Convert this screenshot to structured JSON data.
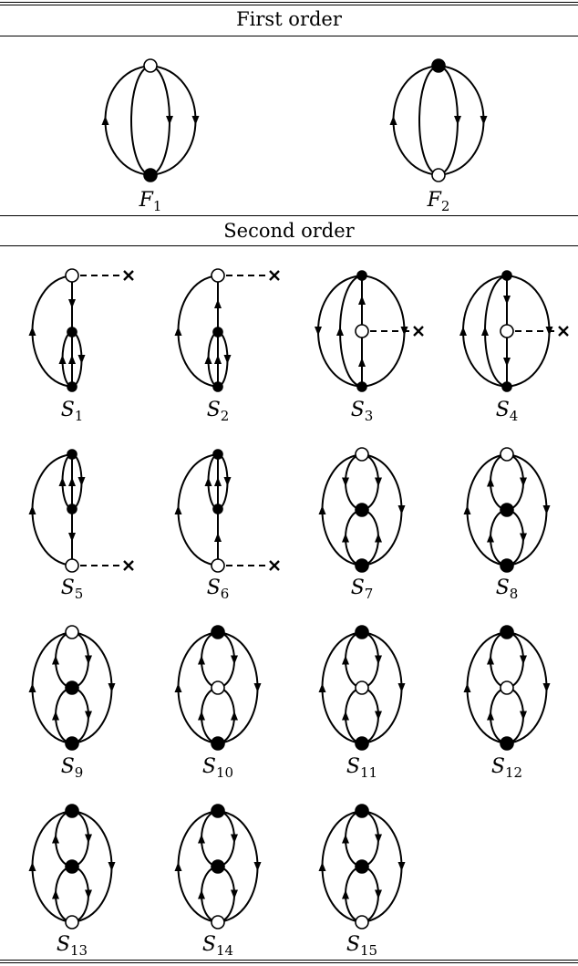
{
  "headers": {
    "first": "First order",
    "second": "Second order"
  },
  "diagrams": [
    {
      "id": "F1",
      "letter": "F",
      "sub": "1",
      "type": "two-vertex",
      "top": "open",
      "bottom": "filled",
      "lines": [
        {
          "arrow": "up"
        },
        {
          "arrow": "up"
        },
        {
          "arrow": "down"
        },
        {
          "arrow": "down"
        }
      ]
    },
    {
      "id": "F2",
      "letter": "F",
      "sub": "2",
      "type": "two-vertex",
      "top": "filled",
      "bottom": "open",
      "lines": [
        {
          "arrow": "up"
        },
        {
          "arrow": "up"
        },
        {
          "arrow": "down"
        },
        {
          "arrow": "down"
        }
      ]
    },
    {
      "id": "S1",
      "letter": "S",
      "sub": "1",
      "type": "tadpole",
      "order": "open-top",
      "stem_arrow": "down",
      "outer_arrow": "up",
      "inner": [
        "up",
        "down"
      ]
    },
    {
      "id": "S2",
      "letter": "S",
      "sub": "2",
      "type": "tadpole",
      "order": "open-top",
      "stem_arrow": "up",
      "outer_arrow": "up",
      "inner": [
        "up",
        "down"
      ]
    },
    {
      "id": "S3",
      "letter": "S",
      "sub": "3",
      "type": "middle-x",
      "mid_arrow_top": "up",
      "mid_arrow_bottom": "up",
      "lines": [
        {
          "arrow": "down"
        },
        {
          "arrow": "up"
        },
        {
          "arrow": "down"
        }
      ]
    },
    {
      "id": "S4",
      "letter": "S",
      "sub": "4",
      "type": "middle-x",
      "mid_arrow_top": "down",
      "mid_arrow_bottom": "down",
      "lines": [
        {
          "arrow": "up"
        },
        {
          "arrow": "up"
        },
        {
          "arrow": "down"
        }
      ]
    },
    {
      "id": "S5",
      "letter": "S",
      "sub": "5",
      "type": "tadpole",
      "order": "open-bottom",
      "stem_arrow": "down",
      "outer_arrow": "up",
      "inner": [
        "up",
        "down"
      ]
    },
    {
      "id": "S6",
      "letter": "S",
      "sub": "6",
      "type": "tadpole",
      "order": "open-bottom",
      "stem_arrow": "up",
      "outer_arrow": "up",
      "inner": [
        "up",
        "down"
      ]
    },
    {
      "id": "S7",
      "letter": "S",
      "sub": "7",
      "type": "three-vertex",
      "vertices": [
        "open",
        "filled",
        "filled"
      ],
      "outer": [
        "up",
        "down"
      ],
      "upper": [
        "down",
        "down"
      ],
      "lower": [
        "up",
        "up"
      ]
    },
    {
      "id": "S8",
      "letter": "S",
      "sub": "8",
      "type": "three-vertex",
      "vertices": [
        "open",
        "filled",
        "filled"
      ],
      "outer": [
        "up",
        "down"
      ],
      "upper": [
        "up",
        "down"
      ],
      "lower": [
        "up",
        "down"
      ]
    },
    {
      "id": "S9",
      "letter": "S",
      "sub": "9",
      "type": "three-vertex",
      "vertices": [
        "open",
        "filled",
        "filled"
      ],
      "outer": [
        "up",
        "down"
      ],
      "upper": [
        "up",
        "down"
      ],
      "lower": [
        "up",
        "down"
      ]
    },
    {
      "id": "S10",
      "letter": "S",
      "sub": "10",
      "type": "three-vertex",
      "vertices": [
        "filled",
        "open",
        "filled"
      ],
      "outer": [
        "up",
        "down"
      ],
      "upper": [
        "up",
        "down"
      ],
      "lower": [
        "up",
        "up"
      ]
    },
    {
      "id": "S11",
      "letter": "S",
      "sub": "11",
      "type": "three-vertex",
      "vertices": [
        "filled",
        "open",
        "filled"
      ],
      "outer": [
        "up",
        "down"
      ],
      "upper": [
        "up",
        "down"
      ],
      "lower": [
        "up",
        "down"
      ]
    },
    {
      "id": "S12",
      "letter": "S",
      "sub": "12",
      "type": "three-vertex",
      "vertices": [
        "filled",
        "open",
        "filled"
      ],
      "outer": [
        "up",
        "down"
      ],
      "upper": [
        "up",
        "down"
      ],
      "lower": [
        "up",
        "down"
      ]
    },
    {
      "id": "S13",
      "letter": "S",
      "sub": "13",
      "type": "three-vertex",
      "vertices": [
        "filled",
        "filled",
        "open"
      ],
      "outer": [
        "up",
        "down"
      ],
      "upper": [
        "up",
        "down"
      ],
      "lower": [
        "up",
        "down"
      ]
    },
    {
      "id": "S14",
      "letter": "S",
      "sub": "14",
      "type": "three-vertex",
      "vertices": [
        "filled",
        "filled",
        "open"
      ],
      "outer": [
        "up",
        "down"
      ],
      "upper": [
        "up",
        "down"
      ],
      "lower": [
        "up",
        "down"
      ]
    },
    {
      "id": "S15",
      "letter": "S",
      "sub": "15",
      "type": "three-vertex",
      "vertices": [
        "filled",
        "filled",
        "open"
      ],
      "outer": [
        "up",
        "down"
      ],
      "upper": [
        "up",
        "down"
      ],
      "lower": [
        "up",
        "down"
      ]
    }
  ]
}
